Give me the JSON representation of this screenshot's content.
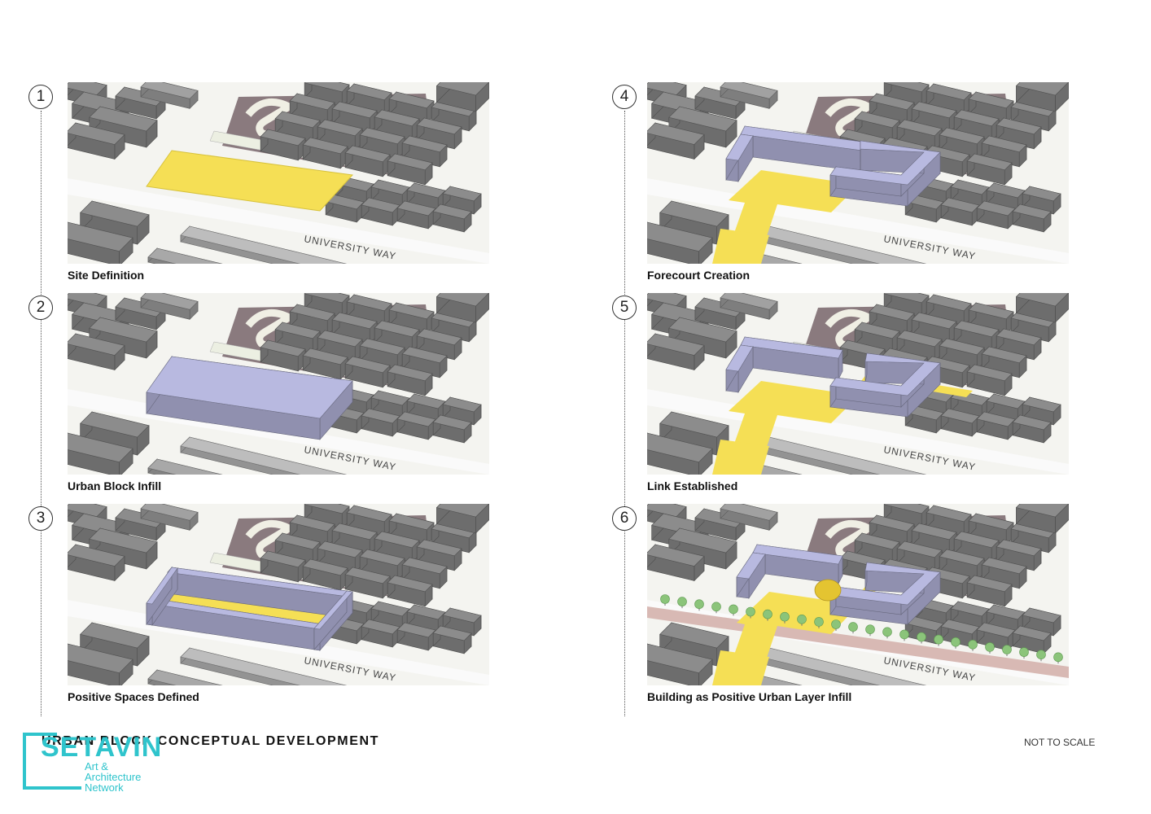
{
  "panels": [
    {
      "num": "1",
      "caption": "Site Definition",
      "street": "UNIVERSITY WAY"
    },
    {
      "num": "2",
      "caption": "Urban Block Infill",
      "street": "UNIVERSITY WAY"
    },
    {
      "num": "3",
      "caption": "Positive Spaces Defined",
      "street": "UNIVERSITY WAY"
    },
    {
      "num": "4",
      "caption": "Forecourt Creation",
      "street": "UNIVERSITY WAY"
    },
    {
      "num": "5",
      "caption": "Link Established",
      "street": "UNIVERSITY WAY"
    },
    {
      "num": "6",
      "caption": "Building as Positive Urban Layer Infill",
      "street": "UNIVERSITY WAY"
    }
  ],
  "footer": {
    "title": "URBAN BLOCK CONCEPTUAL DEVELOPMENT",
    "scale_note": "NOT TO SCALE"
  },
  "logo": {
    "brand": "SETAVIN",
    "line1": "Art &",
    "line2": "Architecture",
    "line3": "Network"
  },
  "colors": {
    "site_yellow": "#f5df55",
    "infill_lavender": "#b8b9e0",
    "context_grey": "#8c8c8c",
    "parking_mauve": "#8a7a7e",
    "tree_green": "#8bc47a",
    "path_pink": "#d8b9b4",
    "logo_teal": "#2fc4cc"
  }
}
